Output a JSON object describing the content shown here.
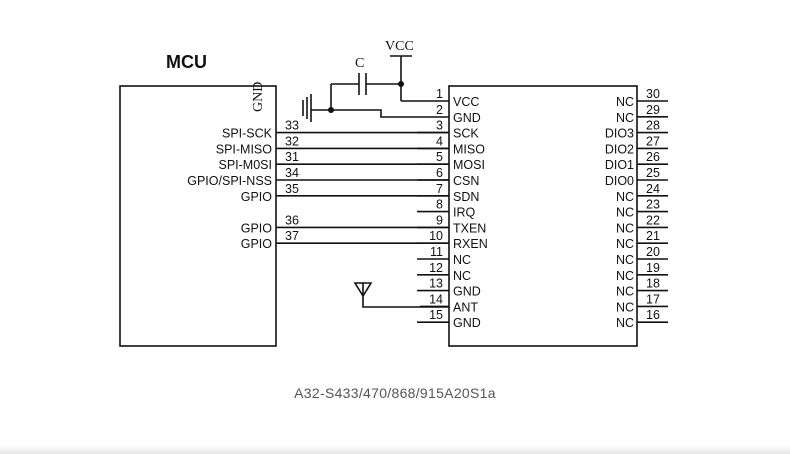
{
  "mcu": {
    "title": "MCU",
    "gnd_label": "GND",
    "pins": [
      {
        "label": "SPI-SCK",
        "num": "33",
        "to": 3
      },
      {
        "label": "SPI-MISO",
        "num": "32",
        "to": 4
      },
      {
        "label": "SPI-M0SI",
        "num": "31",
        "to": 5
      },
      {
        "label": "GPIO/SPI-NSS",
        "num": "34",
        "to": 6
      },
      {
        "label": "GPIO",
        "num": "35",
        "to": 7
      },
      {
        "label": "GPIO",
        "num": "36",
        "to": 9
      },
      {
        "label": "GPIO",
        "num": "37",
        "to": 10
      }
    ]
  },
  "module": {
    "left_pins": [
      {
        "num": "1",
        "label": "VCC"
      },
      {
        "num": "2",
        "label": "GND"
      },
      {
        "num": "3",
        "label": "SCK"
      },
      {
        "num": "4",
        "label": "MISO"
      },
      {
        "num": "5",
        "label": "MOSI"
      },
      {
        "num": "6",
        "label": "CSN"
      },
      {
        "num": "7",
        "label": "SDN"
      },
      {
        "num": "8",
        "label": "IRQ"
      },
      {
        "num": "9",
        "label": "TXEN"
      },
      {
        "num": "10",
        "label": "RXEN"
      },
      {
        "num": "11",
        "label": "NC"
      },
      {
        "num": "12",
        "label": "NC"
      },
      {
        "num": "13",
        "label": "GND"
      },
      {
        "num": "14",
        "label": "ANT"
      },
      {
        "num": "15",
        "label": "GND"
      }
    ],
    "right_pins": [
      {
        "num": "30",
        "label": "NC"
      },
      {
        "num": "29",
        "label": "NC"
      },
      {
        "num": "28",
        "label": "DIO3"
      },
      {
        "num": "27",
        "label": "DIO2"
      },
      {
        "num": "26",
        "label": "DIO1"
      },
      {
        "num": "25",
        "label": "DIO0"
      },
      {
        "num": "24",
        "label": "NC"
      },
      {
        "num": "23",
        "label": "NC"
      },
      {
        "num": "22",
        "label": "NC"
      },
      {
        "num": "21",
        "label": "NC"
      },
      {
        "num": "20",
        "label": "NC"
      },
      {
        "num": "19",
        "label": "NC"
      },
      {
        "num": "18",
        "label": "NC"
      },
      {
        "num": "17",
        "label": "NC"
      },
      {
        "num": "16",
        "label": "NC"
      }
    ]
  },
  "power": {
    "vcc_label": "VCC",
    "cap_label": "C"
  },
  "caption": "A32-S433/470/868/915A20S1a"
}
